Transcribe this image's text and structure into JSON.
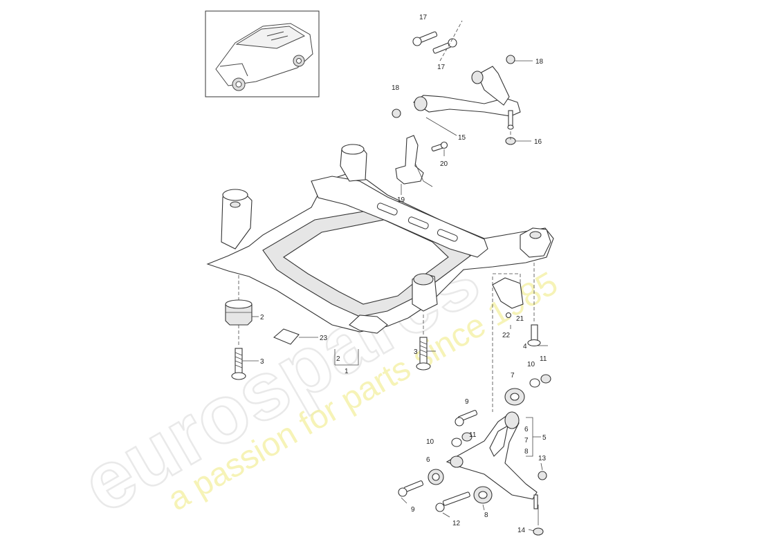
{
  "watermark": {
    "brand": "eurospares",
    "tagline": "a passion for parts since 1985"
  },
  "callouts": {
    "c1": "1",
    "c2a": "2",
    "c2b": "2",
    "c3a": "3",
    "c3b": "3",
    "c4": "4",
    "c5": "5",
    "c6a": "6",
    "c6b": "6",
    "c7a": "7",
    "c7b": "7",
    "c8a": "8",
    "c8b": "8",
    "c9a": "9",
    "c9b": "9",
    "c10a": "10",
    "c10b": "10",
    "c11a": "11",
    "c11b": "11",
    "c12": "12",
    "c13": "13",
    "c14": "14",
    "c15": "15",
    "c16": "16",
    "c17a": "17",
    "c17b": "17",
    "c18a": "18",
    "c18b": "18",
    "c19": "19",
    "c20": "20",
    "c21": "21",
    "c22": "22",
    "c23": "23"
  }
}
